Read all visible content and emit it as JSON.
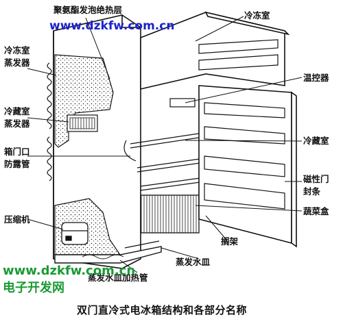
{
  "labels": {
    "insulation": "聚氨酯发泡绝热层",
    "freezer_room": "冷冻室",
    "freezer_evap_1": "冷冻室",
    "freezer_evap_2": "蒸发器",
    "thermostat": "温控器",
    "fridge_evap_1": "冷藏室",
    "fridge_evap_2": "蒸发器",
    "fridge_room": "冷藏室",
    "door_pipe_1": "箱门口",
    "door_pipe_2": "防露管",
    "magnet_seal_1": "磁性门",
    "magnet_seal_2": "封条",
    "compressor": "压缩机",
    "crisper": "蔬菜盒",
    "shelf": "搁架",
    "evap_tray": "蒸发水皿",
    "tray_heater": "蒸发水皿加热管"
  },
  "watermarks": {
    "top": "www.dzkfw.com.cn",
    "bottom_url": "www.dzkfw.com.cn",
    "bottom_name": "电子开发网"
  },
  "caption": "双门直冷式电冰箱结构和各部分名称"
}
